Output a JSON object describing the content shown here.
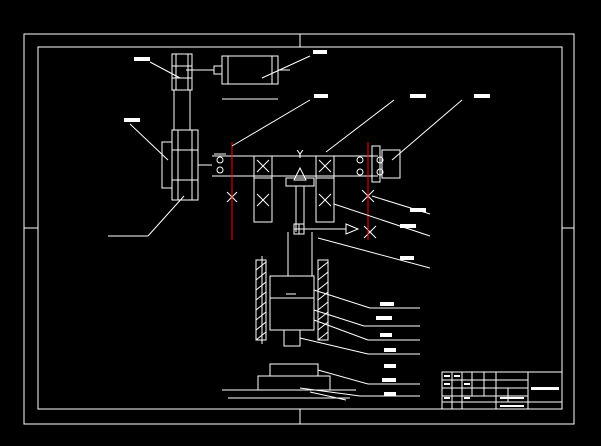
{
  "drawing": {
    "background": "#000000",
    "line_color": "#ffffff",
    "centerline_color": "#ff0000",
    "symmetry_mark": "Y"
  },
  "callouts": [
    {
      "id": "motor",
      "icon": "label-tag"
    },
    {
      "id": "pulley-top",
      "icon": "label-tag"
    },
    {
      "id": "pulley-side",
      "icon": "label-tag"
    },
    {
      "id": "bearing-left",
      "icon": "label-tag"
    },
    {
      "id": "shaft-center",
      "icon": "label-tag"
    },
    {
      "id": "bearing-right",
      "icon": "label-tag"
    }
  ],
  "title_block": {
    "present": true
  }
}
